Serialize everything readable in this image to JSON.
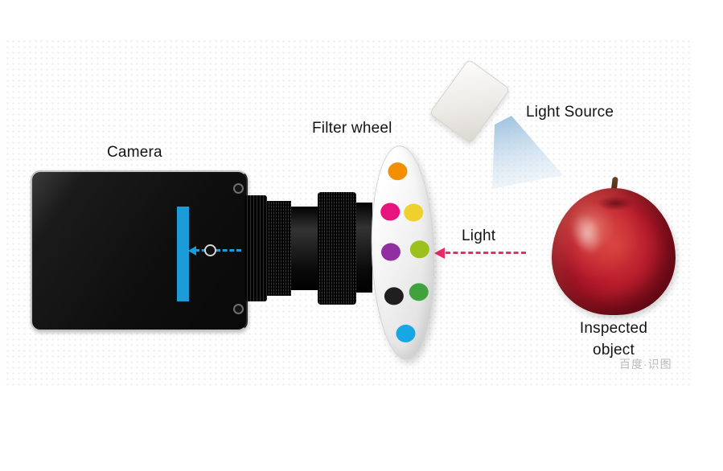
{
  "labels": {
    "camera": "Camera",
    "filter_wheel": "Filter wheel",
    "light_source": "Light Source",
    "light": "Light",
    "inspected_object_line1": "Inspected",
    "inspected_object_line2": "object"
  },
  "filter_wheel": {
    "dots": [
      {
        "name": "orange",
        "color": "#f18f01"
      },
      {
        "name": "magenta",
        "color": "#e8137d"
      },
      {
        "name": "yellow",
        "color": "#f0d12b"
      },
      {
        "name": "purple",
        "color": "#8f2fa0"
      },
      {
        "name": "yellow-green",
        "color": "#9cc11c"
      },
      {
        "name": "black",
        "color": "#201f1d"
      },
      {
        "name": "green",
        "color": "#3fa23c"
      },
      {
        "name": "cyan",
        "color": "#17a7e5"
      }
    ]
  },
  "colors": {
    "sensor_bar": "#1b9cd8",
    "camera_arrow": "#1b9cd8",
    "light_arrow": "#ee2a68",
    "light_beam": "#b9d4e8"
  },
  "watermark": {
    "text": "百度·识图"
  }
}
